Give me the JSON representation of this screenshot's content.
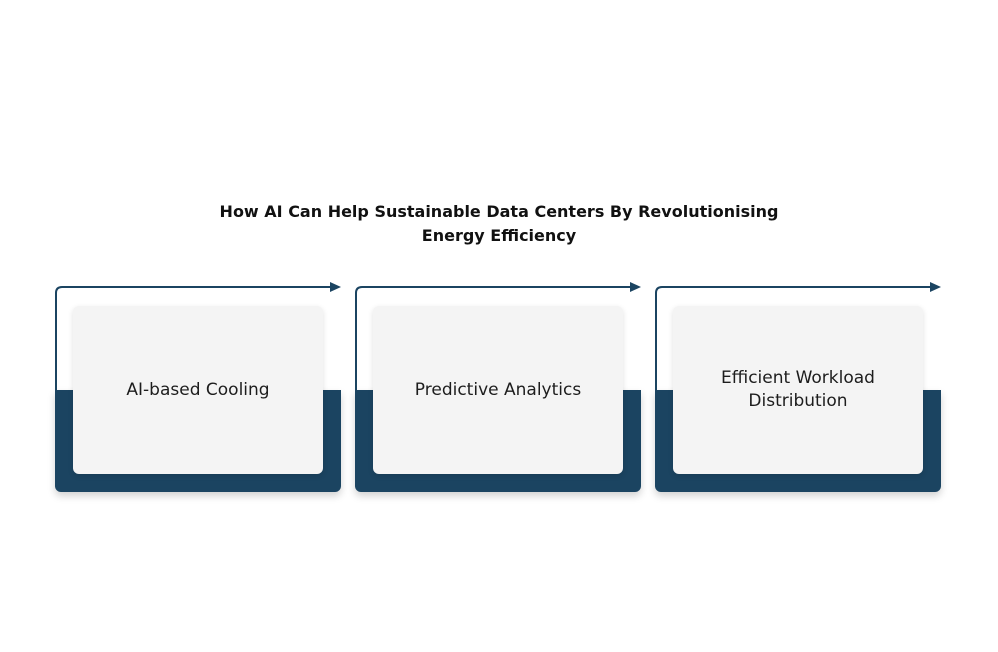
{
  "diagram": {
    "title_line1": "How AI Can Help Sustainable Data Centers By Revolutionising",
    "title_line2": "Energy Efficiency",
    "steps": [
      {
        "label": "AI-based Cooling"
      },
      {
        "label": "Predictive Analytics"
      },
      {
        "label": "Efficient Workload Distribution"
      }
    ],
    "colors": {
      "accent": "#1b4461",
      "card": "#f4f4f4",
      "text": "#1d1d1d"
    }
  }
}
